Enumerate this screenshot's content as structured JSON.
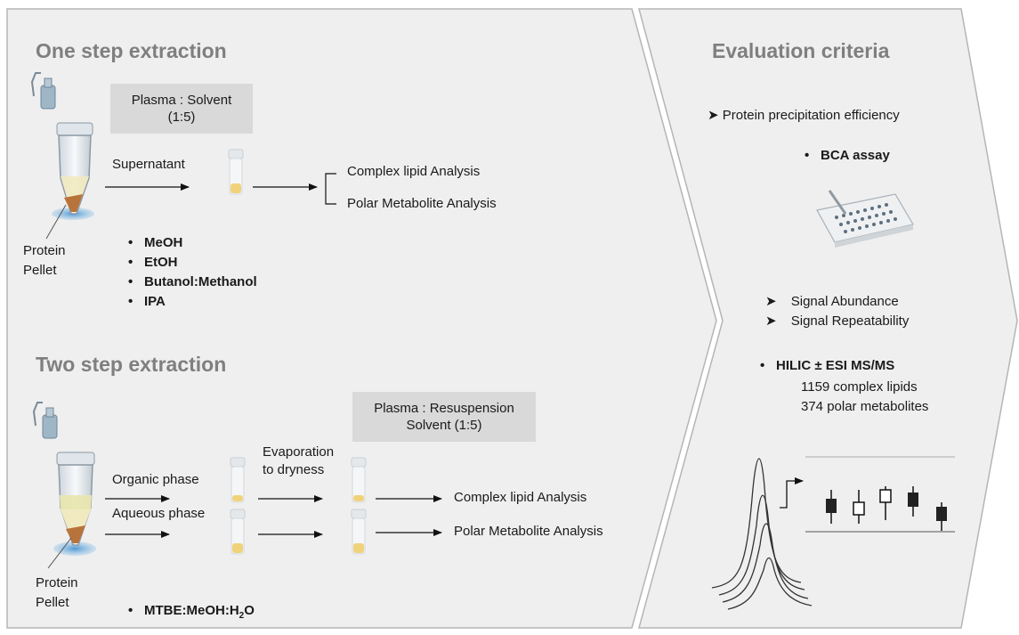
{
  "one_step": {
    "title": "One step extraction",
    "ratio_box": [
      "Plasma : Solvent",
      "(1:5)"
    ],
    "supernatant_label": "Supernatant",
    "outputs": [
      "Complex lipid Analysis",
      "Polar Metabolite Analysis"
    ],
    "pellet_label": [
      "Protein",
      "Pellet"
    ],
    "solvents": [
      "MeOH",
      "EtOH",
      "Butanol:Methanol",
      "IPA"
    ]
  },
  "two_step": {
    "title": "Two step extraction",
    "ratio_box": [
      "Plasma : Resuspension",
      "Solvent (1:5)"
    ],
    "evaporation_label": [
      "Evaporation",
      "to dryness"
    ],
    "organic_label": "Organic phase",
    "aqueous_label": "Aqueous phase",
    "outputs": [
      "Complex lipid Analysis",
      "Polar Metabolite Analysis"
    ],
    "pellet_label": [
      "Protein",
      "Pellet"
    ],
    "solvent_prefix": "MTBE:MeOH:H",
    "solvent_sub": "2",
    "solvent_suffix": "O"
  },
  "evaluation": {
    "title": "Evaluation criteria",
    "criterion_1": "Protein precipitation efficiency",
    "assay": "BCA assay",
    "criteria_2": [
      "Signal Abundance",
      "Signal Repeatability"
    ],
    "method": "HILIC ± ESI MS/MS",
    "counts": [
      "1159 complex lipids",
      "374 polar metabolites"
    ]
  },
  "colors": {
    "panel_fill": "#efefef",
    "box_fill": "#d9d9d9",
    "title_gray": "#7f7f7f",
    "pellet_brown": "#b8733a",
    "liquid_yellow": "#f1eac0",
    "tube_blue": "#6aa9d6"
  }
}
